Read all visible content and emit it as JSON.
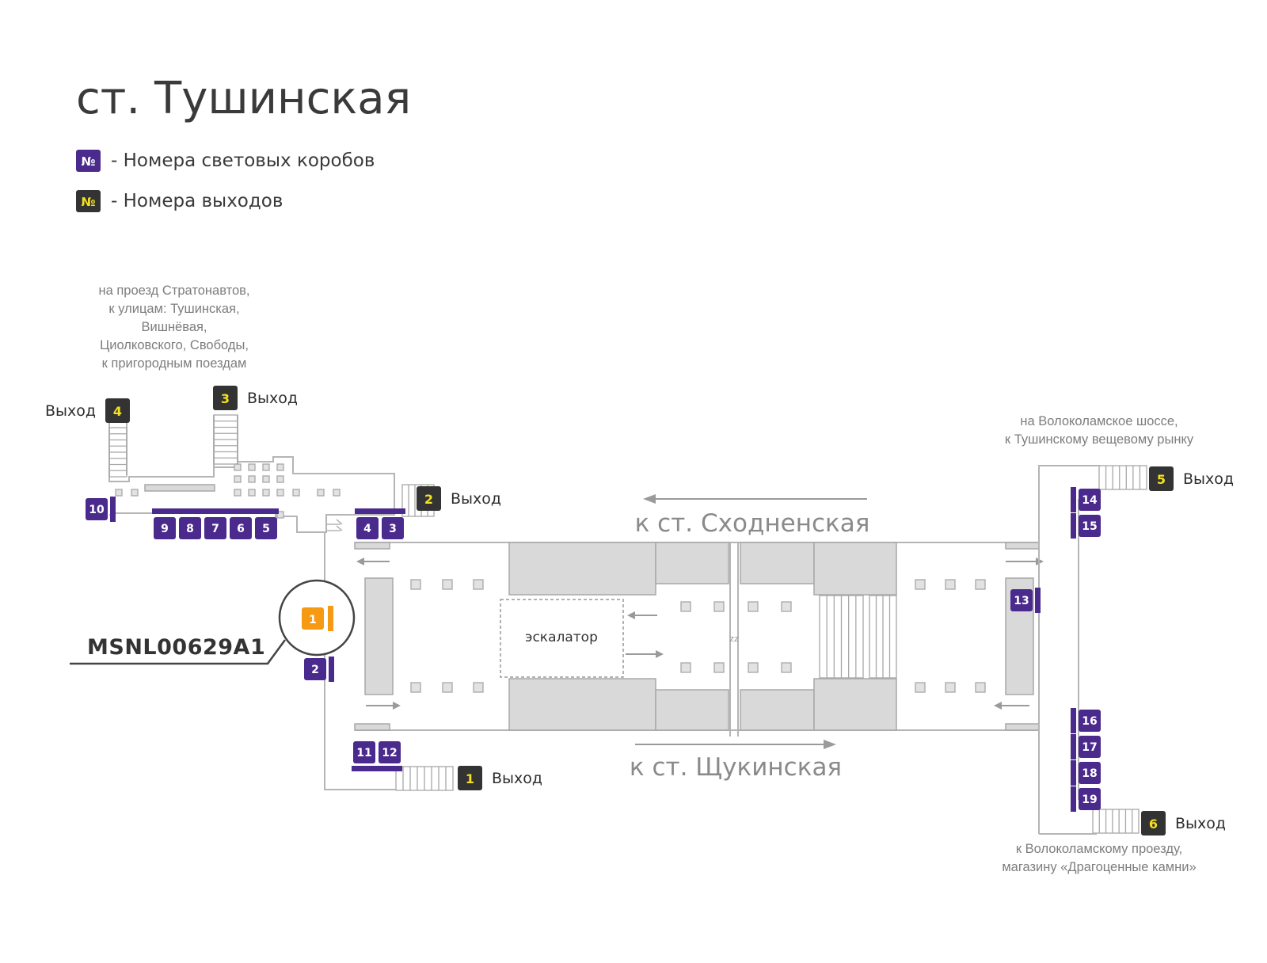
{
  "station": {
    "title": "ст. Тушинская"
  },
  "legend": {
    "box_symbol": "№",
    "box_text": "- Номера световых коробов",
    "exit_symbol": "№",
    "exit_text": "- Номера выходов"
  },
  "notes": {
    "north_west": [
      "на проезд Стратонавтов,",
      "к улицам: Тушинская,",
      "Вишнёвая,",
      "Циолковского, Свободы,",
      "к пригородным поездам"
    ],
    "north_east": [
      "на Волоколамское шоссе,",
      "к Тушинскому вещевому рынку"
    ],
    "south_east": [
      "к Волоколамскому проезду,",
      "магазину «Драгоценные камни»"
    ]
  },
  "exit_word": "Выход",
  "exits": [
    "1",
    "2",
    "3",
    "4",
    "5",
    "6"
  ],
  "directions": {
    "top": "к ст. Сходненская",
    "bottom": "к ст. Щукинская"
  },
  "escalator": "эскалатор",
  "highlight": {
    "code": "MSNL00629A1",
    "box": "1"
  },
  "lightboxes": [
    "2",
    "3",
    "4",
    "5",
    "6",
    "7",
    "8",
    "9",
    "10",
    "11",
    "12",
    "13",
    "14",
    "15",
    "16",
    "17",
    "18",
    "19"
  ],
  "colors": {
    "lightbox": "#4a2a8c",
    "exit": "#333333",
    "exit_text": "#f5e11e",
    "highlight": "#f59a12"
  }
}
